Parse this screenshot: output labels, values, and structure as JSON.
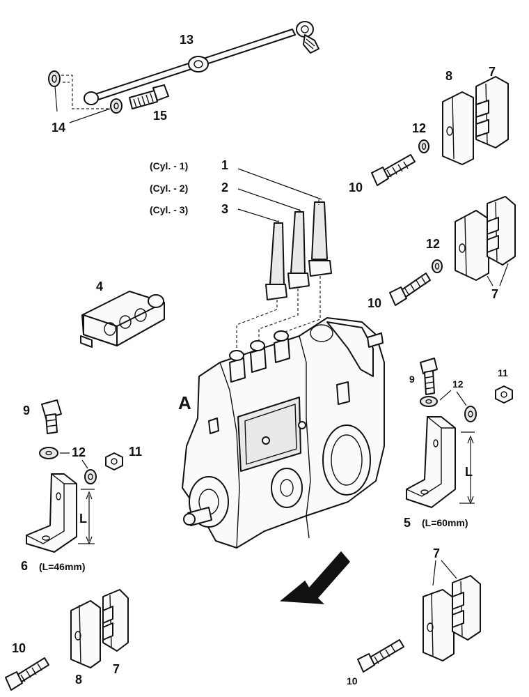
{
  "labels": {
    "n13": "13",
    "n14": "14",
    "n15": "15",
    "cyl1": "(Cyl. - 1)",
    "cyl2": "(Cyl. - 2)",
    "cyl3": "(Cyl. - 3)",
    "n1": "1",
    "n2": "2",
    "n3": "3",
    "n4": "4",
    "n8_top": "8",
    "n7_top": "7",
    "n12_top": "12",
    "n10_top": "10",
    "n12_mid": "12",
    "n10_mid": "10",
    "n7_mid": "7",
    "pumpA": "A",
    "n9_right": "9",
    "n12_right": "12",
    "n11_right": "11",
    "l_right": "L",
    "n5": "5",
    "l60": "(L=60mm)",
    "n9_left": "9",
    "n12_left": "12",
    "n11_left": "11",
    "l_left": "L",
    "n6": "6",
    "l46": "(L=46mm)",
    "n7_br": "7",
    "n10_br": "10",
    "n10_bl": "10",
    "n8_bl": "8",
    "n7_bl": "7"
  }
}
